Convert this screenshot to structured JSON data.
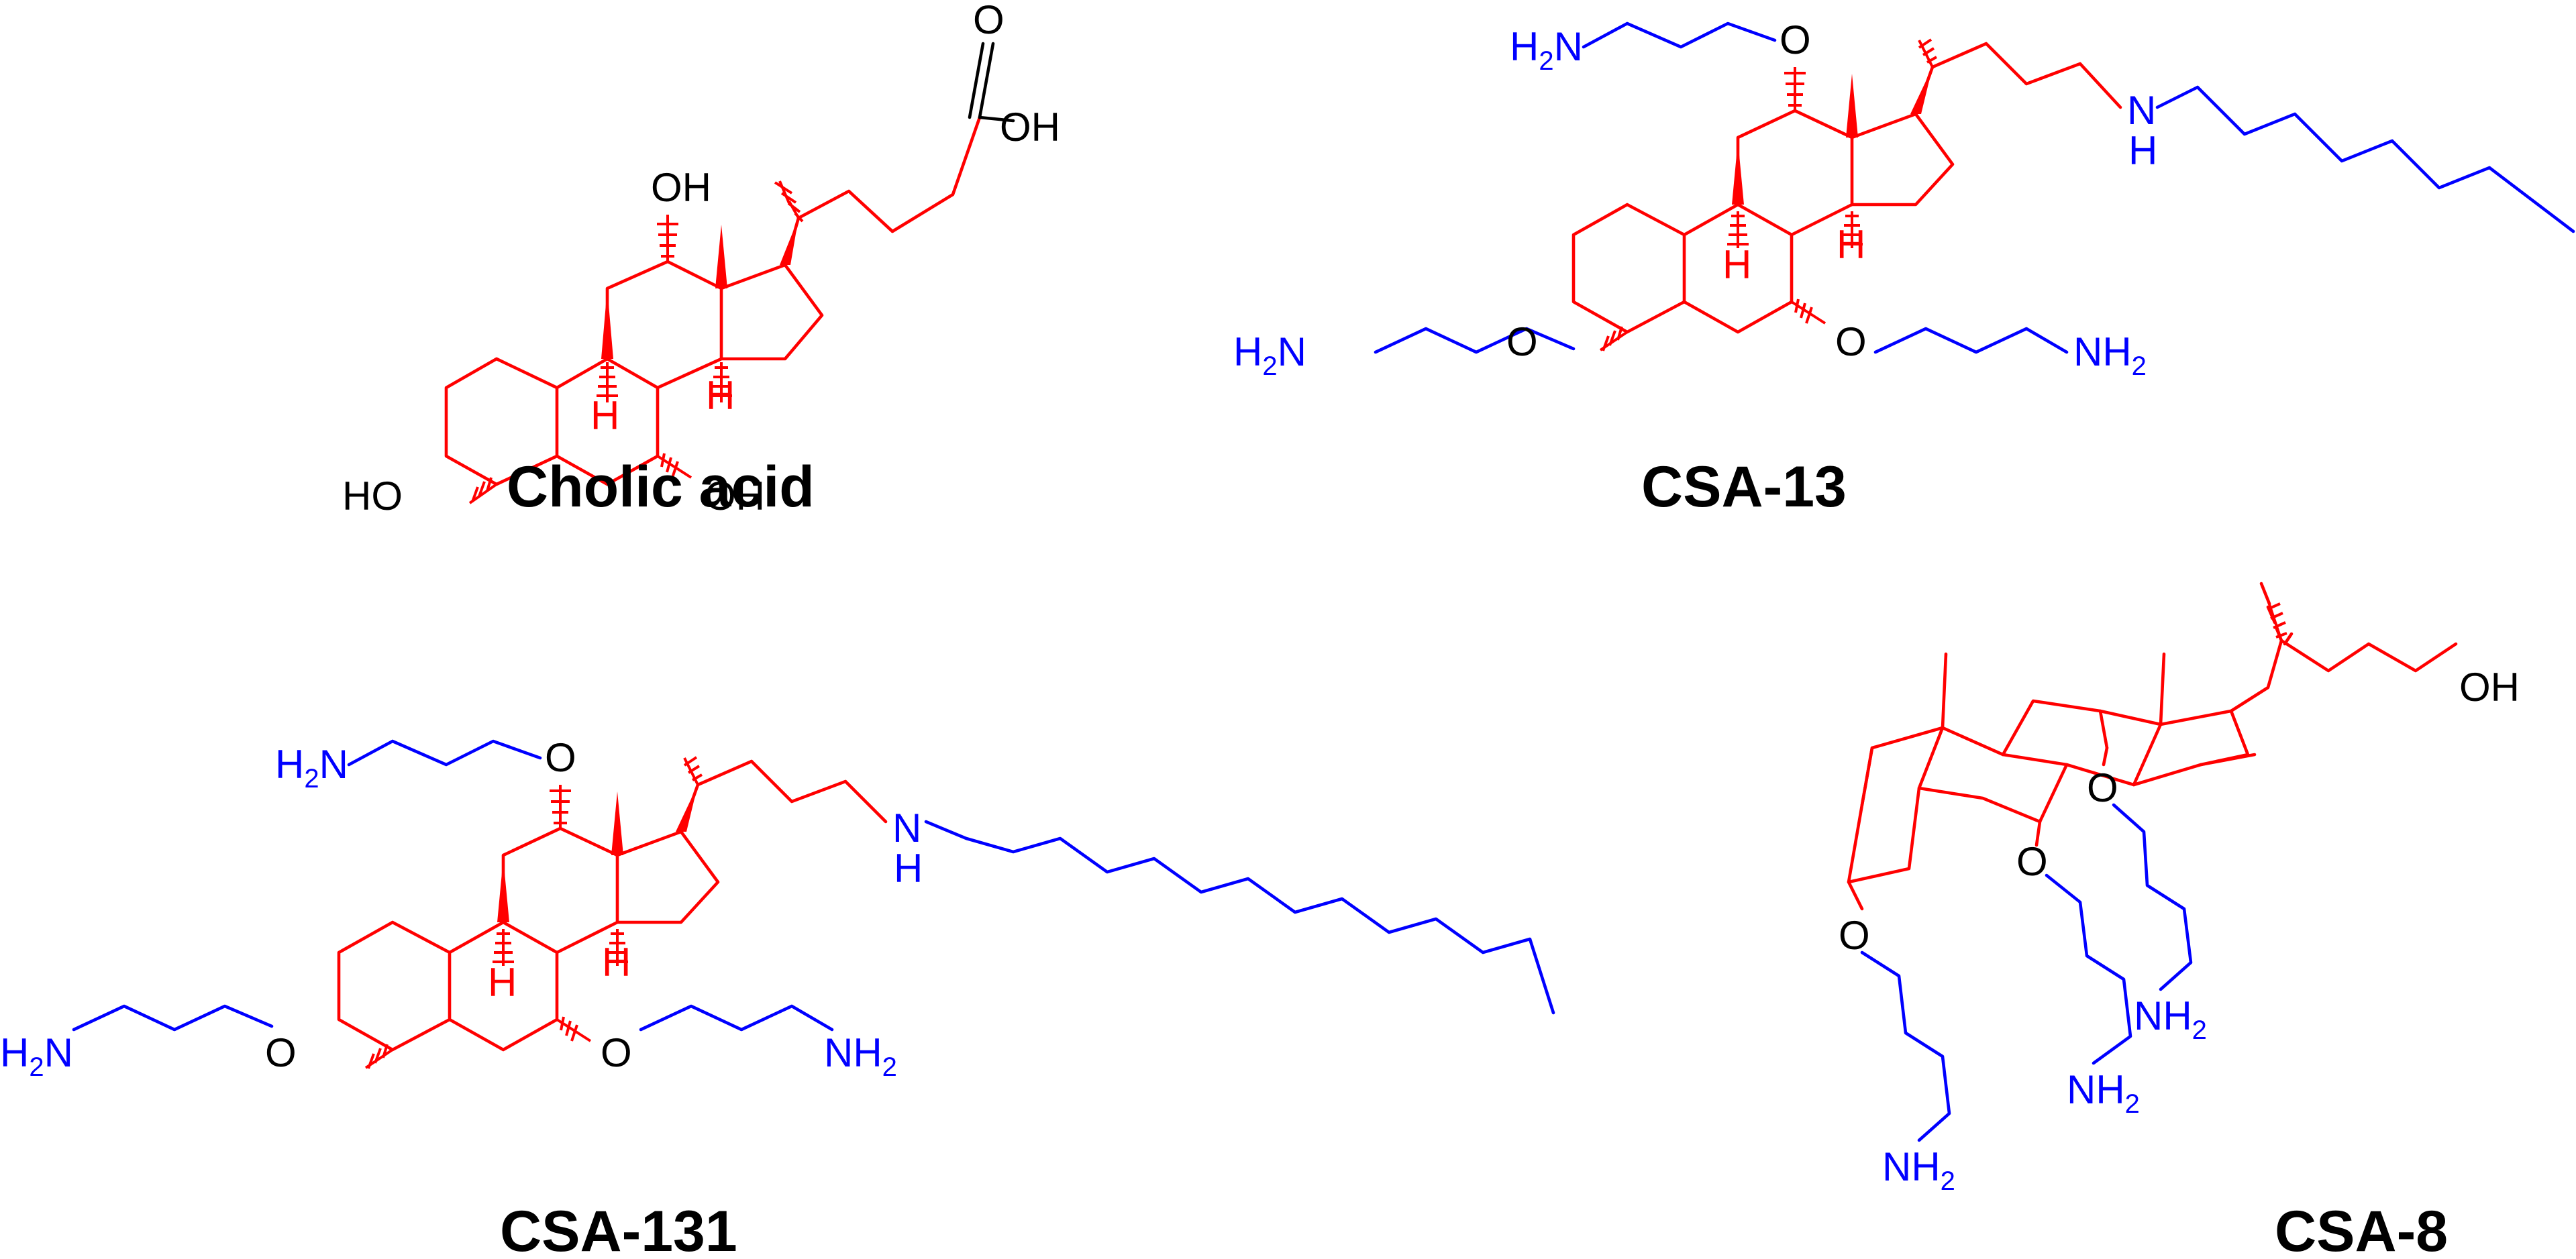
{
  "molecules": [
    {
      "id": "cholic-acid",
      "name": "Cholic acid"
    },
    {
      "id": "csa-13",
      "name": "CSA-13"
    },
    {
      "id": "csa-131",
      "name": "CSA-131"
    },
    {
      "id": "csa-8",
      "name": "CSA-8"
    }
  ],
  "atoms": {
    "oh": "OH",
    "ho": "HO",
    "o": "O",
    "h": "H",
    "n": "N",
    "nh_n": "NH",
    "nh_sub": "2",
    "h2_h": "H",
    "h2_sub": "2",
    "h2_n": "N"
  },
  "colors": {
    "core": "#ff0000",
    "heteroatom": "#000000",
    "amine": "#0000ff"
  }
}
